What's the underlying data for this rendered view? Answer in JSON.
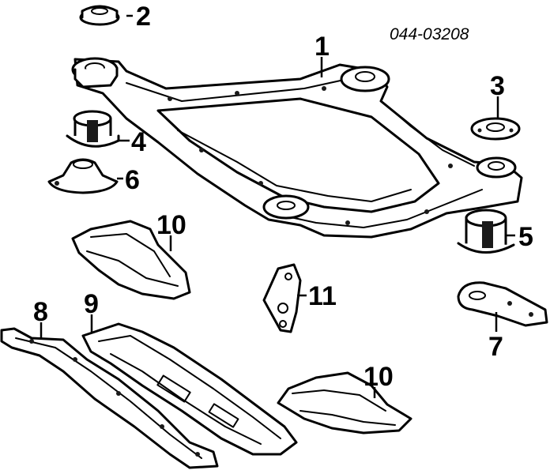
{
  "diagram": {
    "catalog_number": "044-03208",
    "callouts": {
      "c1": "1",
      "c2": "2",
      "c3": "3",
      "c4": "4",
      "c5": "5",
      "c6": "6",
      "c7": "7",
      "c8": "8",
      "c9": "9",
      "c10a": "10",
      "c10b": "10",
      "c11": "11"
    }
  }
}
